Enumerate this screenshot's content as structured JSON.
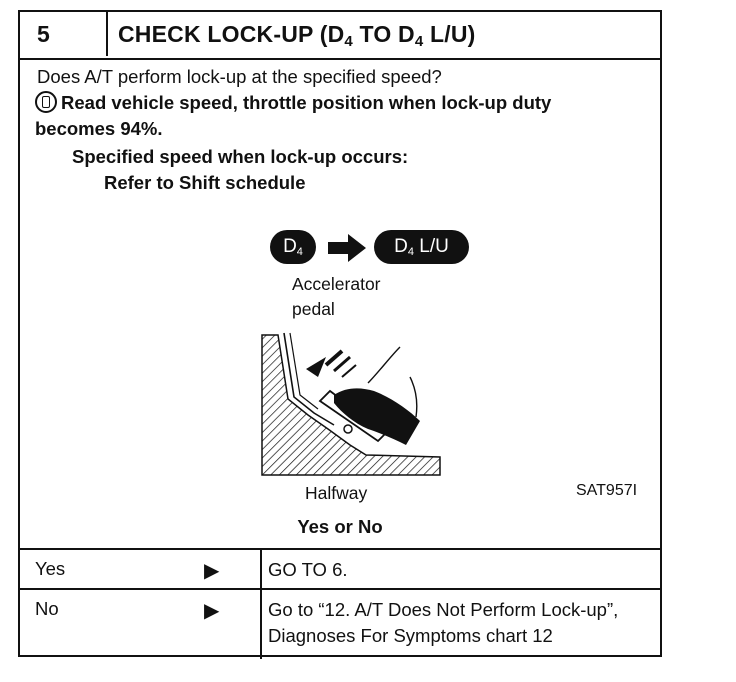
{
  "step": {
    "number": "5",
    "title_main": "CHECK LOCK-UP (D",
    "title_sub1": "4",
    "title_mid": " TO D",
    "title_sub2": "4",
    "title_end": " L/U)"
  },
  "question": "Does A/T perform lock-up at the specified speed?",
  "instruction": "Read vehicle speed, throttle position when lock-up duty becomes 94%.",
  "specified_label": "Specified speed when lock-up occurs:",
  "specified_value": "Refer to Shift schedule",
  "figure": {
    "from_gear": "D",
    "from_sub": "4",
    "to_gear": "D",
    "to_sub": "4",
    "to_suffix": " L/U",
    "caption_top": [
      "Accelerator",
      "pedal"
    ],
    "caption_bottom": "Halfway",
    "code": "SAT957I"
  },
  "prompt": "Yes or No",
  "rows": [
    {
      "label": "Yes",
      "arrow": "▶",
      "text": "GO TO 6."
    },
    {
      "label": "No",
      "arrow": "▶",
      "text": "Go to “12. A/T Does Not Perform Lock-up”, Diagnoses For Symptoms chart  12"
    }
  ]
}
